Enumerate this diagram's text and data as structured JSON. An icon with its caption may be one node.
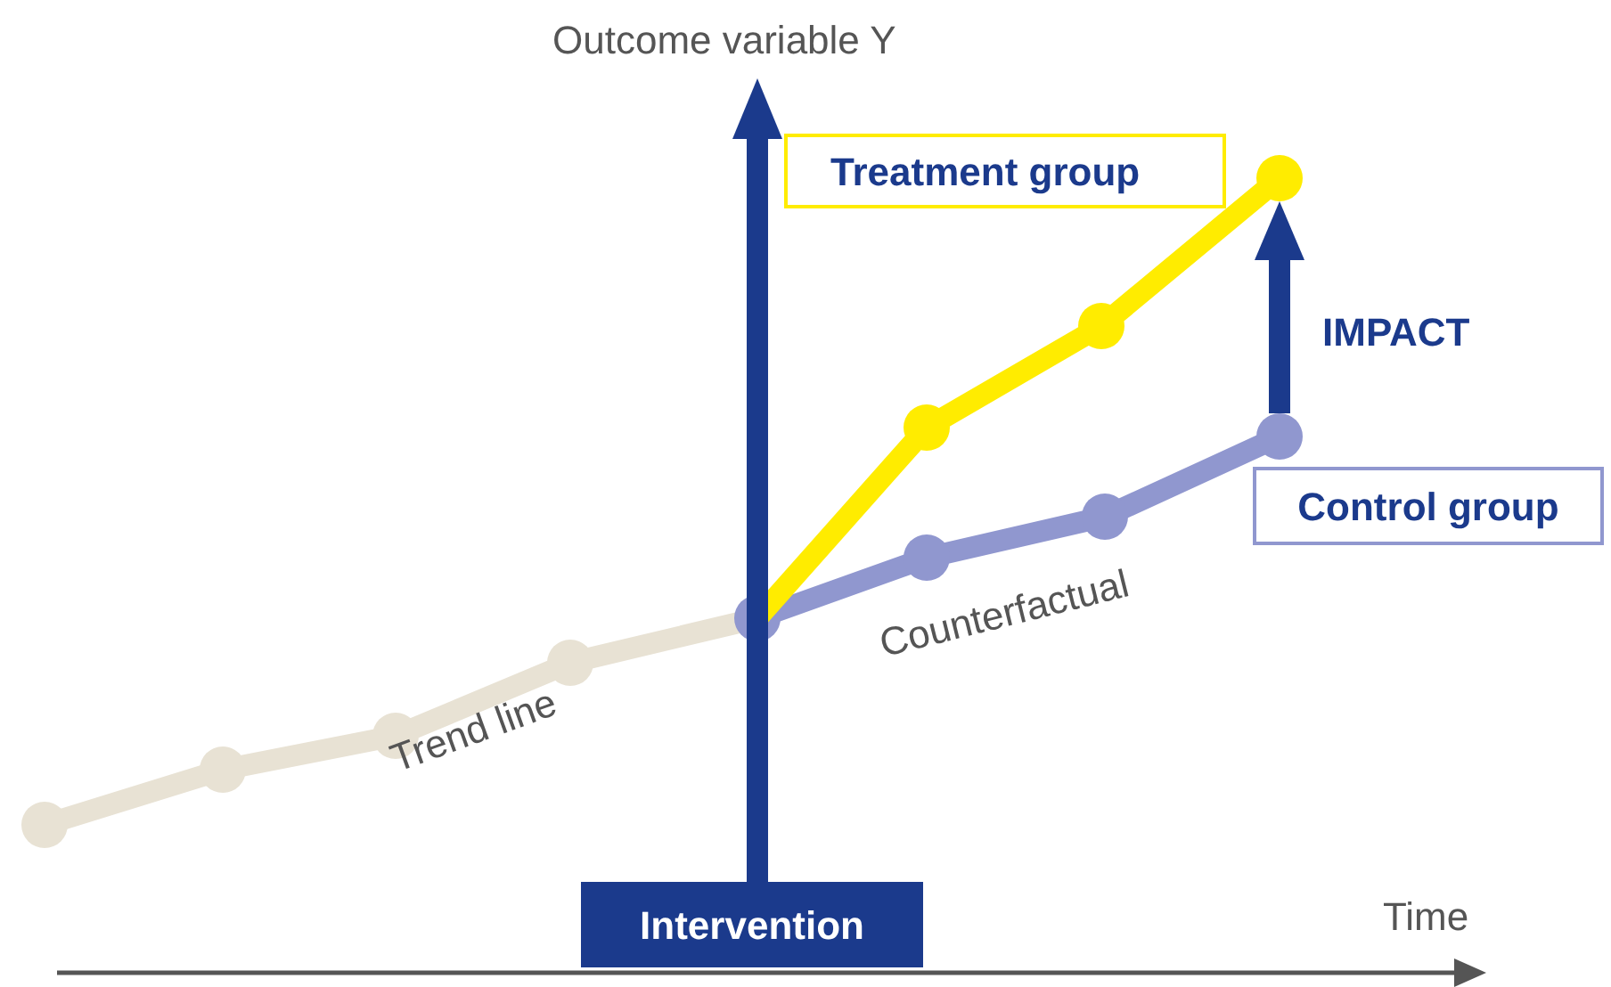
{
  "diagram": {
    "nodes": [
      {
        "text": [
          "Treatment group"
        ]
      },
      {
        "text": [
          "Control group"
        ]
      },
      {
        "text": [
          "Intervention"
        ]
      }
    ],
    "labels": [
      "Outcome variable Y",
      "IMPACT",
      "Counterfactual",
      "Trend line",
      "Time"
    ]
  }
}
